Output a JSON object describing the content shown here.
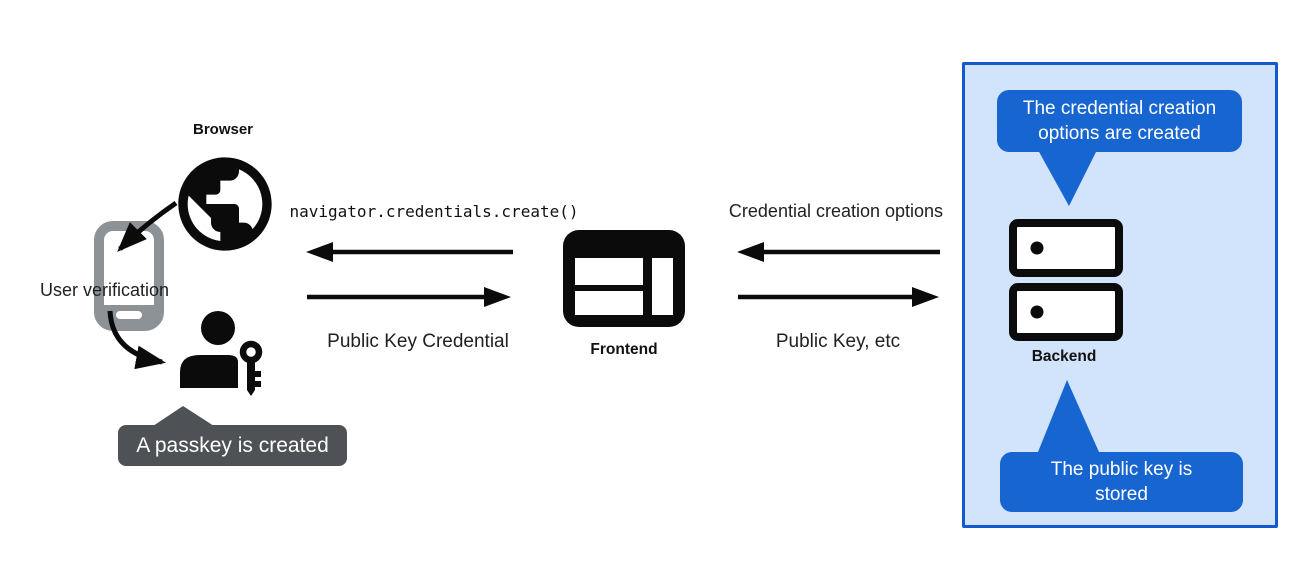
{
  "left_group": {
    "browser_label": "Browser",
    "user_verification_label": "User verification",
    "passkey_bubble_text": "A passkey is created"
  },
  "frontend_group": {
    "api_call": "navigator.credentials.create()",
    "response_label": "Public Key Credential",
    "frontend_label": "Frontend"
  },
  "backend_group": {
    "request_label": "Credential creation options",
    "response_label": "Public Key, etc",
    "backend_label": "Backend",
    "creation_bubble_text": "The credential creation\noptions are created",
    "stored_bubble_text": "The public key is\nstored"
  },
  "colors": {
    "bubble_blue": "#1765d1",
    "panel_bg": "#d2e3fc",
    "panel_border": "#1359cc",
    "tooltip_gray": "#4e5256",
    "phone_gray": "#8d9296",
    "icon_black": "#0b0b0c",
    "text_color": "#202124"
  }
}
